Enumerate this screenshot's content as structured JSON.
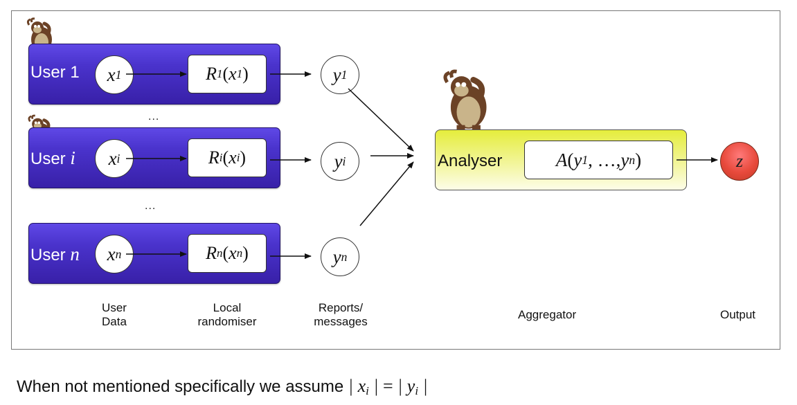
{
  "users": [
    {
      "prefix": "User ",
      "var": "1",
      "var_italic": false,
      "x_base": "x",
      "x_sub": "1",
      "r_base": "R",
      "r_sub": "1",
      "r_arg_base": "x",
      "r_arg_sub": "1",
      "y_base": "y",
      "y_sub": "1"
    },
    {
      "prefix": "User ",
      "var": "i",
      "var_italic": true,
      "x_base": "x",
      "x_sub": "i",
      "r_base": "R",
      "r_sub": "i",
      "r_arg_base": "x",
      "r_arg_sub": "i",
      "y_base": "y",
      "y_sub": "i"
    },
    {
      "prefix": "User ",
      "var": "n",
      "var_italic": true,
      "x_base": "x",
      "x_sub": "n",
      "r_base": "R",
      "r_sub": "n",
      "r_arg_base": "x",
      "r_arg_sub": "n",
      "y_base": "y",
      "y_sub": "n"
    }
  ],
  "ellipsis": "...",
  "analyser": {
    "label": "Analyser",
    "fn": "A",
    "args_open": "(",
    "arg1_base": "y",
    "arg1_sub": "1",
    "middle": ", …, ",
    "argn_base": "y",
    "argn_sub": "n",
    "args_close": ")"
  },
  "output": {
    "symbol": "z"
  },
  "columns": {
    "user_data": [
      "User",
      "Data"
    ],
    "local_randomiser": [
      "Local",
      "randomiser"
    ],
    "reports": [
      "Reports/",
      "messages"
    ],
    "aggregator": "Aggregator",
    "output": "Output"
  },
  "footer": {
    "text": "When not mentioned specifically we assume ",
    "lhs_base": "x",
    "lhs_sub": "i",
    "eq": " = ",
    "rhs_base": "y",
    "rhs_sub": "i",
    "bar": "|"
  },
  "colors": {
    "user_box": "#4a33cc",
    "analyser_box": "#e5ed3c",
    "output_circle": "#e84a3c"
  }
}
